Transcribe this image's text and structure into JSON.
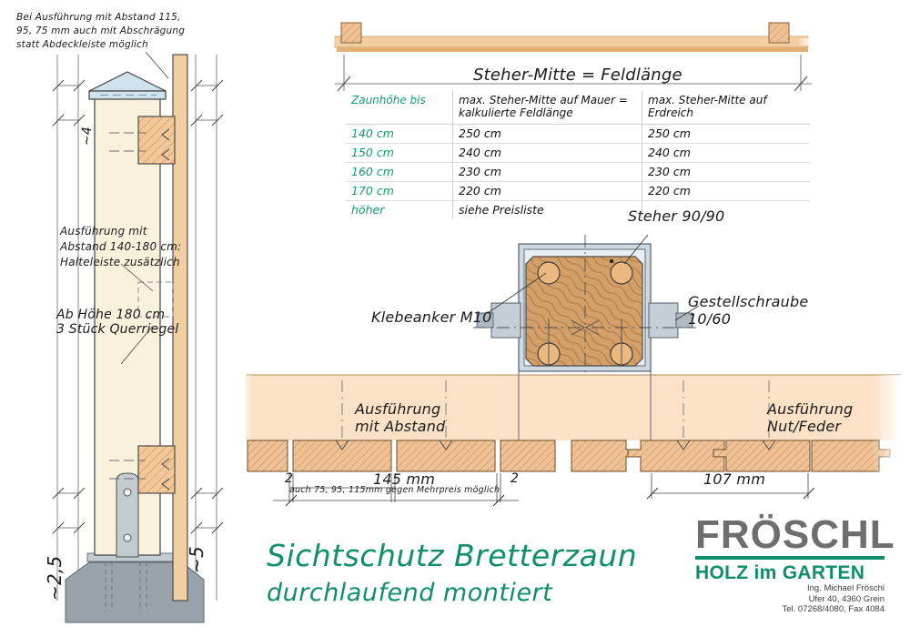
{
  "document": {
    "title_line1": "Sichtschutz Bretterzaun",
    "title_line2": "durchlaufend montiert"
  },
  "notes": {
    "top_left": "Bei Ausführung mit Abstand 115,\n95, 75 mm auch mit Abschrägung\nstatt Abdeckleiste möglich",
    "post_mid": "Ausführung mit\nAbstand 140-180 cm:\nHalteleiste zusätzlich",
    "post_low": "Ab Höhe 180 cm\n3 Stück Querriegel"
  },
  "elevation": {
    "caption": "Steher-Mitte = Feldlänge"
  },
  "table": {
    "headers": [
      "Zaunhöhe bis",
      "max. Steher-Mitte auf Mauer\n= kalkulierte Feldlänge",
      "max. Steher-Mitte auf Erdreich"
    ],
    "rows": [
      [
        "140 cm",
        "250 cm",
        "250 cm"
      ],
      [
        "150 cm",
        "240 cm",
        "240 cm"
      ],
      [
        "160 cm",
        "230 cm",
        "230 cm"
      ],
      [
        "170 cm",
        "220 cm",
        "220 cm"
      ],
      [
        "höher",
        "siehe Preisliste",
        ""
      ]
    ]
  },
  "section": {
    "label_post": "Steher 90/90",
    "label_anchor": "Klebeanker M10",
    "label_screw": "Gestellschraube\n10/60",
    "label_left_variant": "Ausführung\nmit Abstand",
    "label_right_variant": "Ausführung\nNut/Feder"
  },
  "dimensions": {
    "gap_left": "2",
    "board_width": "145 mm",
    "gap_right": "2",
    "board_note": "auch 75, 95, 115mm gegen Mehrpreis möglich",
    "tongue_width": "107 mm",
    "post_top": "~4",
    "post_base_left": "~2,5",
    "post_base_right": "~5"
  },
  "logo": {
    "brand": "FRÖSCHL",
    "tagline": "HOLZ im GARTEN",
    "address": [
      "Ing. Michael Fröschl",
      "Ufer 40, 4360 Grein",
      "Tel. 07268/4080, Fax 4084"
    ]
  },
  "colors": {
    "green": "#0f8e69",
    "table_green": "#139b74",
    "wood_light": "#f7efd9",
    "wood_mid": "#f2cfa3",
    "wood_dark": "#d19a5c",
    "metal": "#b9c6cf",
    "concrete": "#9aa2a8",
    "line": "#3a3a3a"
  }
}
